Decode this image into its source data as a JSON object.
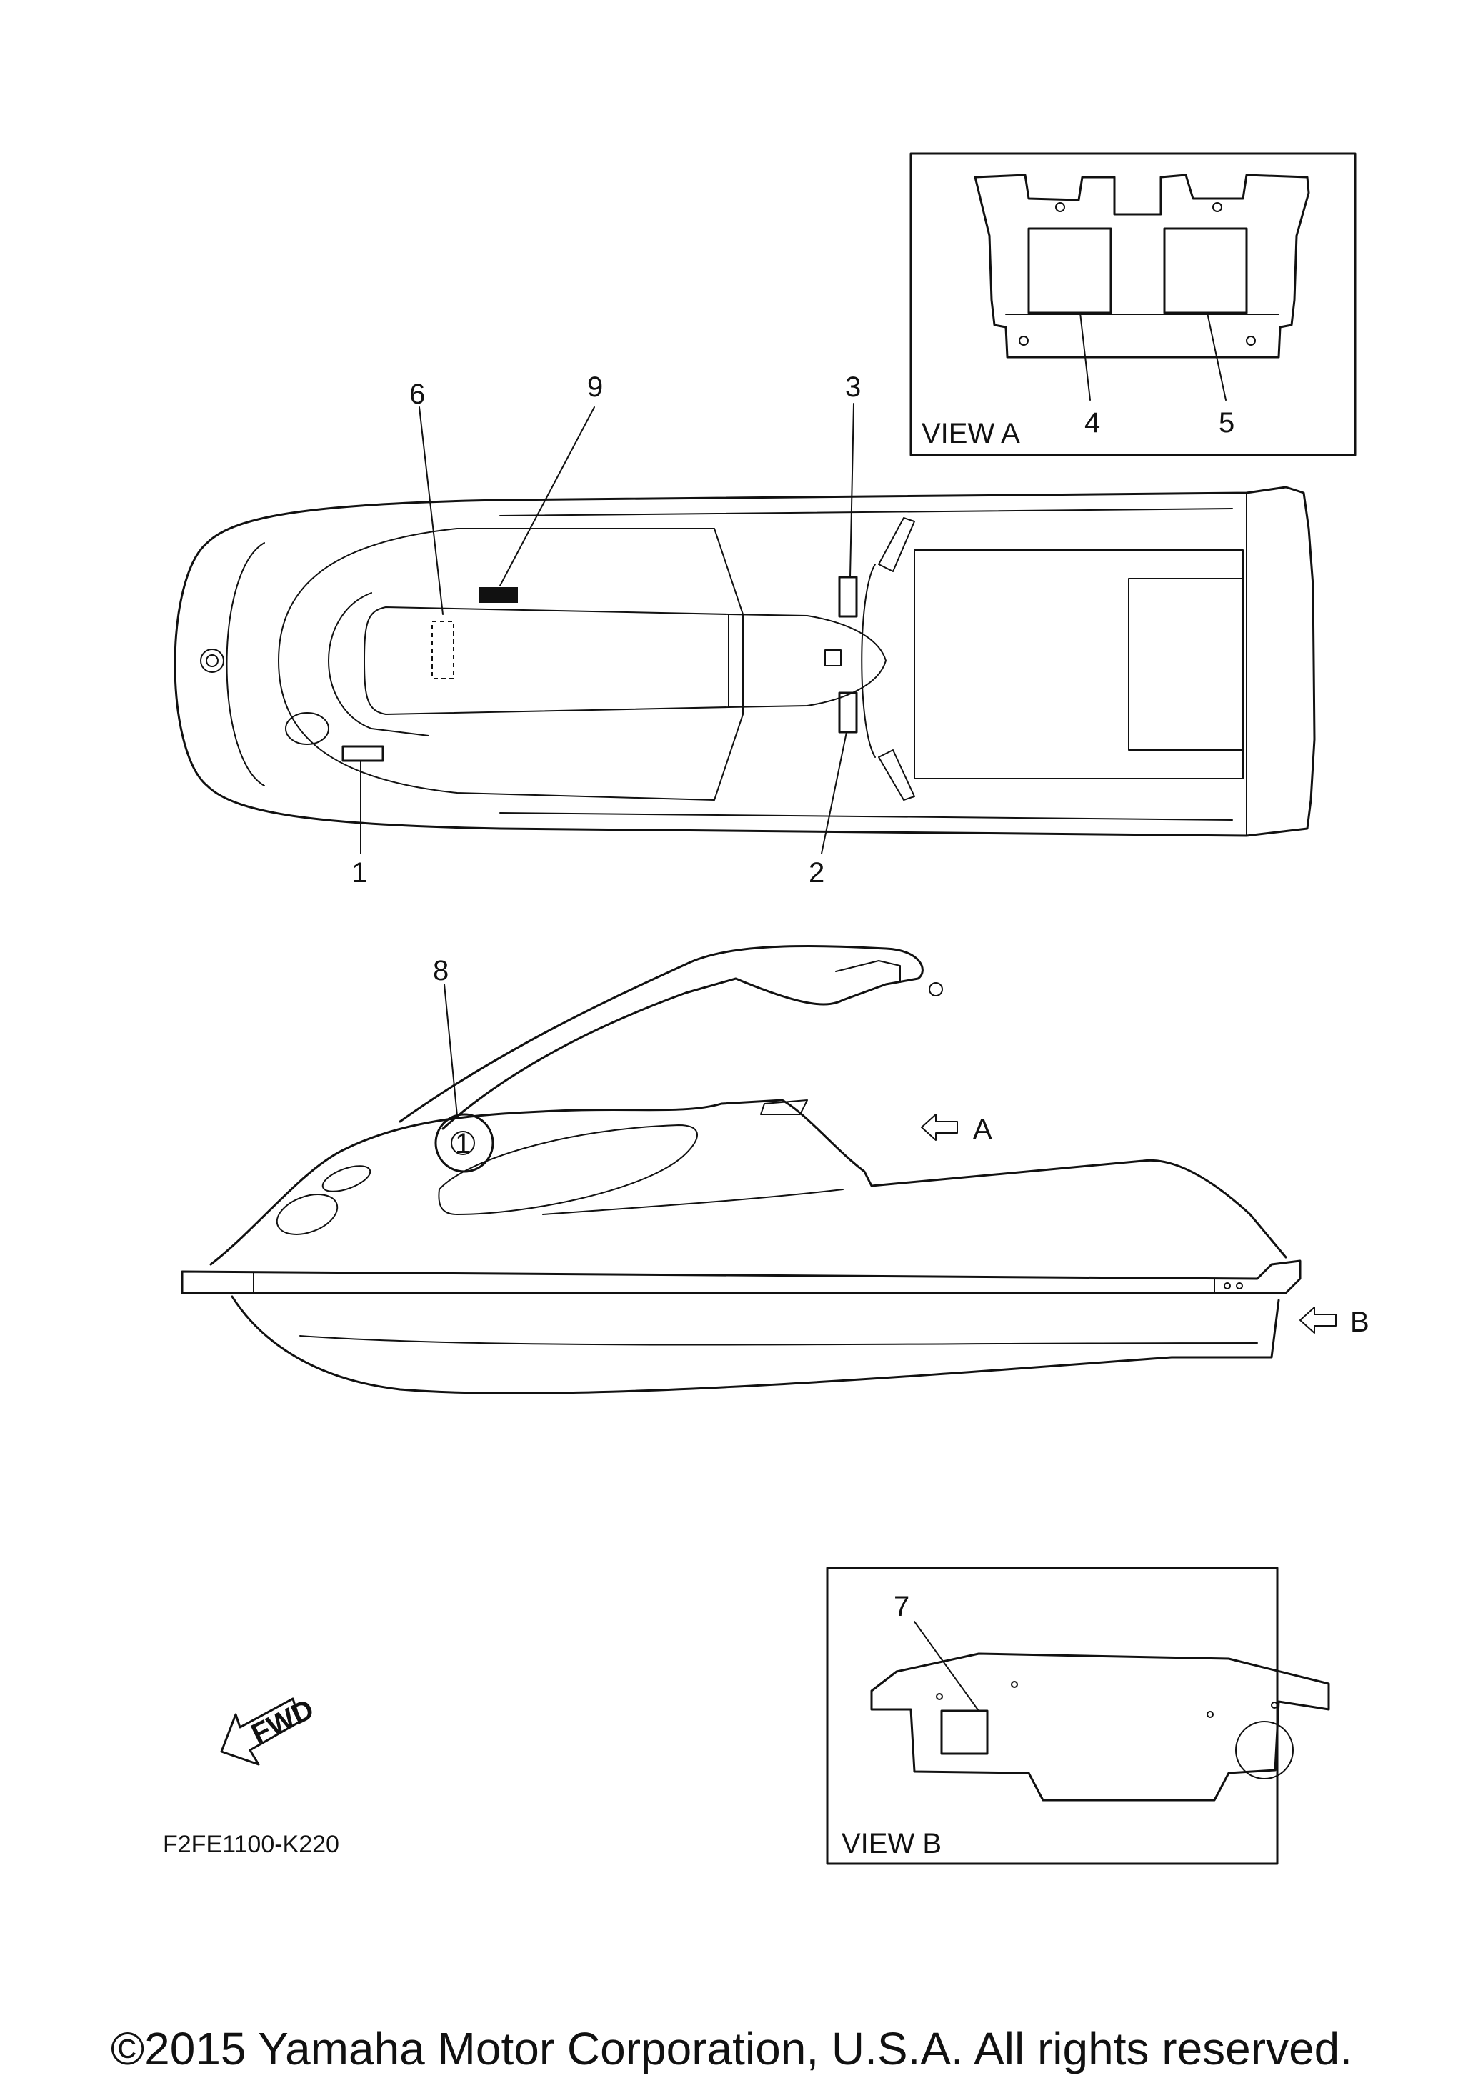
{
  "callouts": {
    "c1": "1",
    "c2": "2",
    "c3": "3",
    "c4": "4",
    "c5": "5",
    "c6": "6",
    "c7": "7",
    "c8": "8",
    "c9": "9"
  },
  "views": {
    "view_a_title": "VIEW A",
    "view_b_title": "VIEW B",
    "arrow_a": "A",
    "arrow_b": "B"
  },
  "fwd_label": "FWD",
  "label_badge_number": "1",
  "drawing_code": "F2FE1100-K220",
  "copyright": "©2015 Yamaha Motor Corporation, U.S.A. All rights reserved."
}
